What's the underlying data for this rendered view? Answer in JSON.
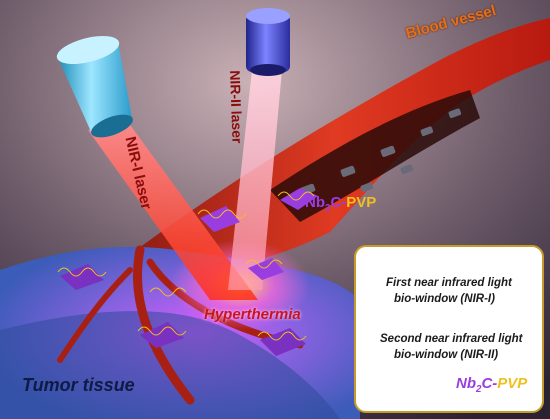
{
  "labels": {
    "blood_vessel": "Blood vessel",
    "nir1_laser": "NIR-I laser",
    "nir2_laser": "NIR-II laser",
    "nanoparticle_nb": "Nb",
    "nanoparticle_sub": "2",
    "nanoparticle_c": "C-",
    "nanoparticle_pvp": "PVP",
    "hyperthermia": "Hyperthermia",
    "tumor_tissue": "Tumor tissue"
  },
  "legend": {
    "nir1_line1": "First near infrared light",
    "nir1_line2": "bio-window  (NIR-I)",
    "nir2_line1": "Second near infrared light",
    "nir2_line2": "bio-window  (NIR-II)",
    "nb_text": "Nb",
    "nb_sub": "2",
    "c_text": "C-",
    "pvp_text": "PVP"
  },
  "colors": {
    "nir1_cap": "#5cc6ea",
    "nir2_cap": "#3b3fbf",
    "vessel": "#c8231a",
    "tumor": "#5a7ad8",
    "nanosheet": "#9a3de0",
    "pvp": "#f0c020",
    "legend_border": "#c79a2a"
  }
}
